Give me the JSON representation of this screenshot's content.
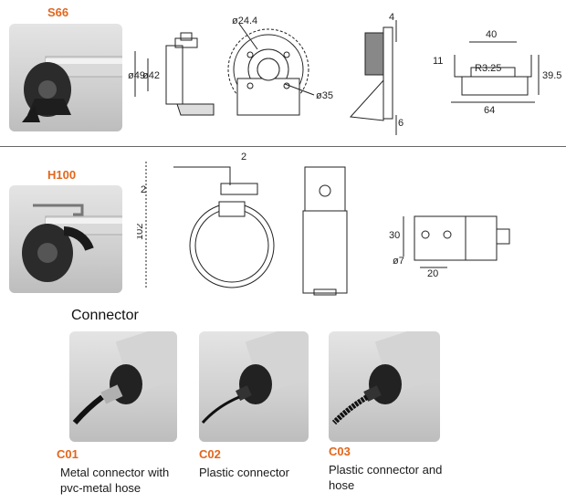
{
  "s66": {
    "code": "S66",
    "dims": {
      "d49": "ø49",
      "d42": "ø42",
      "d24": "ø24.4",
      "d35": "ø35",
      "t4": "4",
      "t6": "6",
      "w40": "40",
      "h11": "11",
      "r": "R3.25",
      "h395": "39.5",
      "w64": "64"
    }
  },
  "h100": {
    "code": "H100",
    "dims": {
      "t2a": "2",
      "t2b": "2",
      "h102": "102",
      "h30": "30",
      "d7": "ø7",
      "w20": "20"
    }
  },
  "connector": {
    "heading": "Connector",
    "items": [
      {
        "code": "C01",
        "desc_line1": "Metal connector with",
        "desc_line2": "pvc-metal hose"
      },
      {
        "code": "C02",
        "desc_line1": "Plastic connector",
        "desc_line2": ""
      },
      {
        "code": "C03",
        "desc_line1": "Plastic connector and",
        "desc_line2": "hose"
      }
    ]
  }
}
